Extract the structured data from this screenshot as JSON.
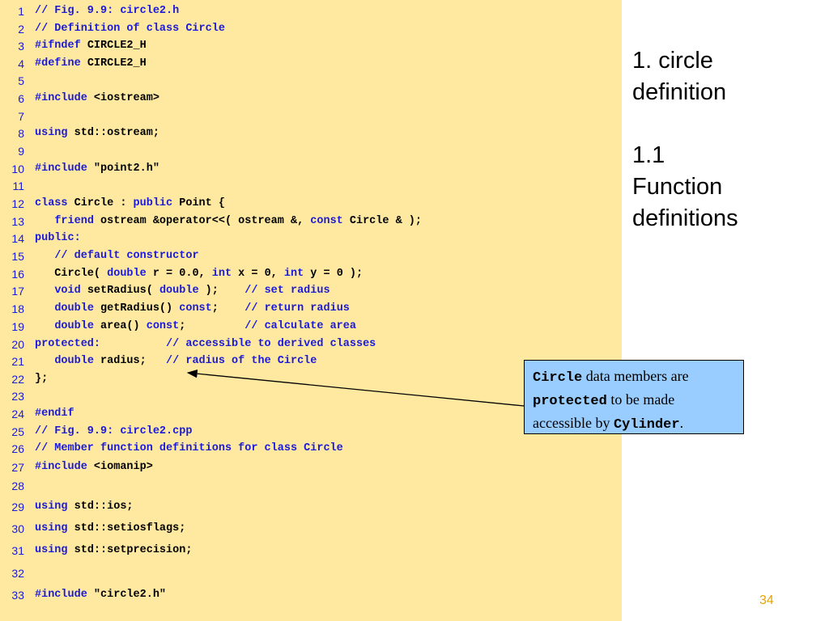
{
  "code": {
    "lines": [
      {
        "num": "1",
        "tokens": [
          {
            "t": "// Fig. 9.9: circle2.h",
            "c": "comment"
          }
        ]
      },
      {
        "num": "2",
        "tokens": [
          {
            "t": "// Definition of class Circle",
            "c": "comment"
          }
        ]
      },
      {
        "num": "3",
        "tokens": [
          {
            "t": "#ifndef",
            "c": "keyword"
          },
          {
            "t": " CIRCLE2_H",
            "c": "text"
          }
        ]
      },
      {
        "num": "4",
        "tokens": [
          {
            "t": "#define",
            "c": "keyword"
          },
          {
            "t": " CIRCLE2_H",
            "c": "text"
          }
        ]
      },
      {
        "num": "5",
        "tokens": []
      },
      {
        "num": "6",
        "tokens": [
          {
            "t": "#include",
            "c": "keyword"
          },
          {
            "t": " <iostream>",
            "c": "text"
          }
        ]
      },
      {
        "num": "7",
        "tokens": []
      },
      {
        "num": "8",
        "tokens": [
          {
            "t": "using",
            "c": "keyword"
          },
          {
            "t": " std::ostream;",
            "c": "text"
          }
        ]
      },
      {
        "num": "9",
        "tokens": []
      },
      {
        "num": "10",
        "tokens": [
          {
            "t": "#include",
            "c": "keyword"
          },
          {
            "t": " \"point2.h\"",
            "c": "text"
          }
        ]
      },
      {
        "num": "11",
        "tokens": []
      },
      {
        "num": "12",
        "tokens": [
          {
            "t": "class",
            "c": "keyword"
          },
          {
            "t": " Circle : ",
            "c": "text"
          },
          {
            "t": "public",
            "c": "keyword"
          },
          {
            "t": " Point {",
            "c": "text"
          }
        ]
      },
      {
        "num": "13",
        "tokens": [
          {
            "t": "   ",
            "c": "text"
          },
          {
            "t": "friend",
            "c": "keyword"
          },
          {
            "t": " ostream &operator<<( ostream &, ",
            "c": "text"
          },
          {
            "t": "const",
            "c": "keyword"
          },
          {
            "t": " Circle & );",
            "c": "text"
          }
        ]
      },
      {
        "num": "14",
        "tokens": [
          {
            "t": "public:",
            "c": "keyword"
          }
        ]
      },
      {
        "num": "15",
        "tokens": [
          {
            "t": "   ",
            "c": "text"
          },
          {
            "t": "// default constructor",
            "c": "comment"
          }
        ]
      },
      {
        "num": "16",
        "tokens": [
          {
            "t": "   Circle( ",
            "c": "text"
          },
          {
            "t": "double",
            "c": "keyword"
          },
          {
            "t": " r = 0.0, ",
            "c": "text"
          },
          {
            "t": "int",
            "c": "keyword"
          },
          {
            "t": " x = 0, ",
            "c": "text"
          },
          {
            "t": "int",
            "c": "keyword"
          },
          {
            "t": " y = 0 );",
            "c": "text"
          }
        ]
      },
      {
        "num": "17",
        "tokens": [
          {
            "t": "   ",
            "c": "text"
          },
          {
            "t": "void",
            "c": "keyword"
          },
          {
            "t": " setRadius( ",
            "c": "text"
          },
          {
            "t": "double",
            "c": "keyword"
          },
          {
            "t": " );    ",
            "c": "text"
          },
          {
            "t": "// set radius",
            "c": "comment"
          }
        ]
      },
      {
        "num": "18",
        "tokens": [
          {
            "t": "   ",
            "c": "text"
          },
          {
            "t": "double",
            "c": "keyword"
          },
          {
            "t": " getRadius() ",
            "c": "text"
          },
          {
            "t": "const",
            "c": "keyword"
          },
          {
            "t": ";    ",
            "c": "text"
          },
          {
            "t": "// return radius",
            "c": "comment"
          }
        ]
      },
      {
        "num": "19",
        "tokens": [
          {
            "t": "   ",
            "c": "text"
          },
          {
            "t": "double",
            "c": "keyword"
          },
          {
            "t": " area() ",
            "c": "text"
          },
          {
            "t": "const",
            "c": "keyword"
          },
          {
            "t": ";         ",
            "c": "text"
          },
          {
            "t": "// calculate area",
            "c": "comment"
          }
        ]
      },
      {
        "num": "20",
        "tokens": [
          {
            "t": "protected:",
            "c": "keyword"
          },
          {
            "t": "          ",
            "c": "text"
          },
          {
            "t": "// accessible to derived classes",
            "c": "comment"
          }
        ]
      },
      {
        "num": "21",
        "tokens": [
          {
            "t": "   ",
            "c": "text"
          },
          {
            "t": "double",
            "c": "keyword"
          },
          {
            "t": " radius;   ",
            "c": "text"
          },
          {
            "t": "// radius of the Circle",
            "c": "comment"
          }
        ]
      },
      {
        "num": "22",
        "tokens": [
          {
            "t": "};",
            "c": "text"
          }
        ]
      },
      {
        "num": "23",
        "tokens": []
      },
      {
        "num": "24",
        "tokens": [
          {
            "t": "#endif",
            "c": "keyword"
          }
        ]
      },
      {
        "num": "25",
        "tokens": [
          {
            "t": "// Fig. 9.9: circle2.cpp",
            "c": "comment"
          }
        ]
      },
      {
        "num": "26",
        "tokens": [
          {
            "t": "// Member function definitions for class Circle",
            "c": "comment"
          }
        ]
      },
      {
        "num": "27",
        "tokens": [
          {
            "t": "#include",
            "c": "keyword"
          },
          {
            "t": " <iomanip>",
            "c": "text"
          }
        ]
      },
      {
        "num": "28",
        "tokens": []
      },
      {
        "num": "29",
        "tokens": [
          {
            "t": "using",
            "c": "keyword"
          },
          {
            "t": " std::ios;",
            "c": "text"
          }
        ]
      },
      {
        "num": "30",
        "tokens": [
          {
            "t": "using",
            "c": "keyword"
          },
          {
            "t": " std::setiosflags;",
            "c": "text"
          }
        ]
      },
      {
        "num": "31",
        "tokens": [
          {
            "t": "using",
            "c": "keyword"
          },
          {
            "t": " std::setprecision;",
            "c": "text"
          }
        ]
      },
      {
        "num": "32",
        "tokens": []
      },
      {
        "num": "33",
        "tokens": [
          {
            "t": "#include",
            "c": "keyword"
          },
          {
            "t": " \"circle2.h\"",
            "c": "text"
          }
        ]
      }
    ]
  },
  "sidebar": {
    "title": "1. circle\ndefinition\n\n1.1\nFunction\ndefinitions"
  },
  "callout": {
    "class_name": "Circle",
    "text1": " data members are",
    "keyword": "protected",
    "text2": " to be made accessible by ",
    "derived": "Cylinder",
    "text3": "."
  },
  "page_number": "34",
  "colors": {
    "code_background": "#ffe9a0",
    "keyword": "#1a1adb",
    "callout_background": "#99ccff",
    "page_number": "#e6a500"
  }
}
